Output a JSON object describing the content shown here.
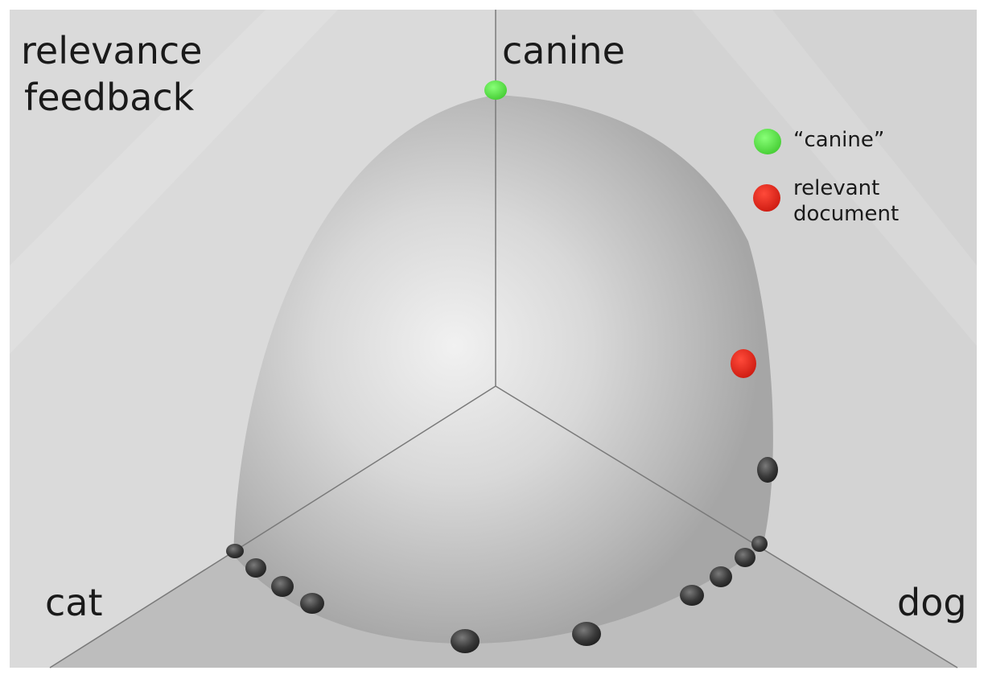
{
  "title": {
    "line1": "relevance",
    "line2": "feedback"
  },
  "axes": {
    "top": "canine",
    "left": "cat",
    "right": "dog"
  },
  "legend": [
    {
      "label": "“canine”",
      "color": "#66ee55"
    },
    {
      "label_line1": "relevant",
      "label_line2": "document",
      "color": "#ee2a1a"
    }
  ],
  "colors": {
    "query_point": "#66ee55",
    "relevant_point": "#ee2a1a",
    "other_points": "#3a3a3a",
    "sphere_center": "#efefef",
    "sphere_edge": "#9a9a9a",
    "wall": "#d9d9d9",
    "floor": "#b8b8b8"
  }
}
